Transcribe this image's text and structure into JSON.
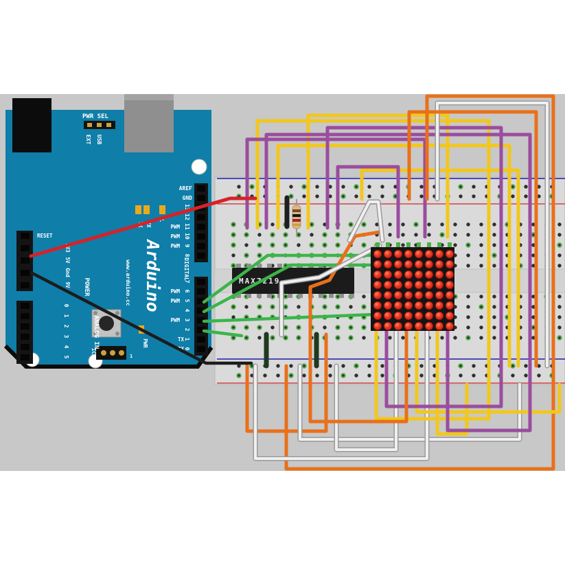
{
  "diagram": {
    "type": "fritzing-breadboard-wiring",
    "description": "Arduino Uno driving an 8x8 LED matrix through a MAX7219 on a breadboard"
  },
  "labels": {
    "pwr_sel": "PWR SEL",
    "ext": "EXT",
    "usb": "USB",
    "power": "POWER",
    "analog_in": "ANALOG IN",
    "digital": "DIGITAL",
    "pwm": "PWM",
    "tx": "TX",
    "rx": "RX",
    "led_l": "L",
    "pwr": "PWR",
    "icsp": "ICSP",
    "icsp_pin1": "1",
    "arduino_logo": "Arduino",
    "website": "www.arduino.cc"
  },
  "arduino": {
    "digital_top": [
      {
        "label": "AREF",
        "pwm": false
      },
      {
        "label": "GND",
        "pwm": false
      },
      {
        "label": "13",
        "pwm": false
      },
      {
        "label": "12",
        "pwm": false
      },
      {
        "label": "11",
        "pwm": true
      },
      {
        "label": "10",
        "pwm": true
      },
      {
        "label": "9",
        "pwm": true
      },
      {
        "label": "8",
        "pwm": false
      }
    ],
    "digital_bottom": [
      {
        "label": "7",
        "pwm": false,
        "serial": ""
      },
      {
        "label": "6",
        "pwm": true,
        "serial": ""
      },
      {
        "label": "5",
        "pwm": true,
        "serial": ""
      },
      {
        "label": "4",
        "pwm": false,
        "serial": ""
      },
      {
        "label": "3",
        "pwm": true,
        "serial": ""
      },
      {
        "label": "2",
        "pwm": false,
        "serial": ""
      },
      {
        "label": "1",
        "pwm": false,
        "serial": "TX"
      },
      {
        "label": "0",
        "pwm": false,
        "serial": "RX"
      }
    ],
    "power_pins": [
      "RESET",
      "3V3",
      "5V",
      "Gnd",
      "9V"
    ],
    "analog_pins": [
      "0",
      "1",
      "2",
      "3",
      "4",
      "5"
    ]
  },
  "chip": {
    "label": "MAX7219"
  },
  "matrix": {
    "rows": 8,
    "cols": 8
  },
  "colors": {
    "photo_bg": "#c8c8c8",
    "board_teal": "#0f7ea8",
    "board_edge": "#0b0b0b",
    "breadboard": "#dadada",
    "rail_blue": "#4a4ab8",
    "rail_red": "#cf4545",
    "hole_dark": "#2f2f2f",
    "hole_green": "#4fae47",
    "wire_red": "#d5222a",
    "wire_black": "#1c1c1c",
    "wire_green": "#3bb54a",
    "wire_yellow": "#f2c71d",
    "wire_purple": "#9a4d9e",
    "wire_orange": "#e8701a",
    "wire_white": "#f0f0f0",
    "wire_white_edge": "#9b9b9b",
    "led_red": "#e03024",
    "chip_black": "#1b1b1b",
    "usb_gray": "#8f8f8f",
    "led_amber": "#e9a91f"
  }
}
